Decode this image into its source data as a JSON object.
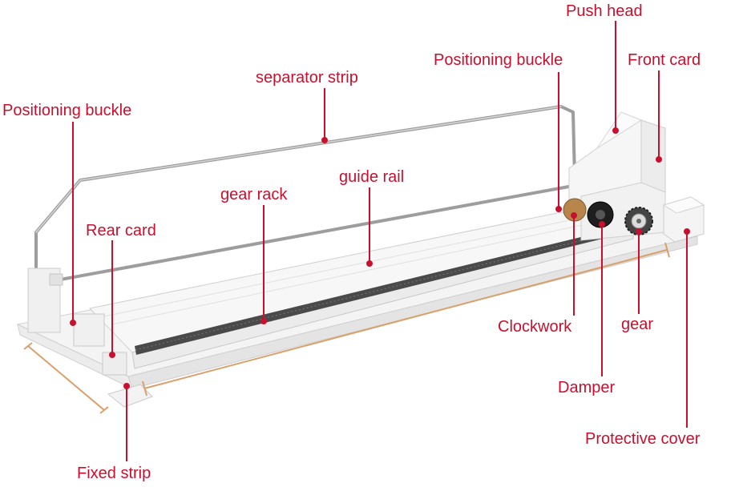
{
  "labels": {
    "push_head": "Push head",
    "positioning_buckle_right": "Positioning buckle",
    "front_card": "Front card",
    "separator_strip": "separator strip",
    "positioning_buckle_left": "Positioning buckle",
    "guide_rail": "guide rail",
    "gear_rack": "gear rack",
    "rear_card": "Rear card",
    "clockwork": "Clockwork",
    "gear": "gear",
    "damper": "Damper",
    "protective_cover": "Protective cover",
    "fixed_strip": "Fixed strip"
  },
  "colors": {
    "label": "#c8102e",
    "leader_line": "#c8102e",
    "dimension_line": "#d9a06b",
    "rail_body": "#f2f2f2",
    "rail_edge": "#c9c9c9",
    "wire": "#9a9a9a",
    "gear_dark": "#2b2b2b"
  }
}
